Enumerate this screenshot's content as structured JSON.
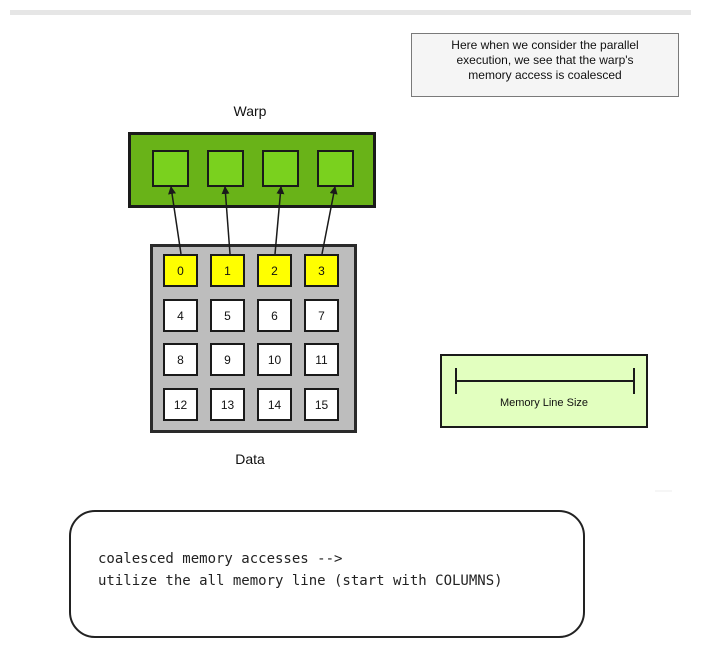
{
  "note": {
    "lines": [
      "Here when we consider the parallel",
      "execution, we see that the warp's",
      "memory access is coalesced"
    ]
  },
  "warp": {
    "label": "Warp",
    "thread_count": 4
  },
  "data": {
    "label": "Data",
    "cells": [
      "0",
      "1",
      "2",
      "3",
      "4",
      "5",
      "6",
      "7",
      "8",
      "9",
      "10",
      "11",
      "12",
      "13",
      "14",
      "15"
    ],
    "highlighted": [
      0,
      1,
      2,
      3
    ]
  },
  "memory_line": {
    "label": "Memory Line Size"
  },
  "caption": {
    "lines": [
      "coalesced memory accesses -->",
      "utilize the all memory line (start with COLUMNS)"
    ]
  },
  "colors": {
    "warp_fill": "#69b318",
    "thread_fill": "#7ad11e",
    "highlight": "#ffff00",
    "memory_fill": "#e2ffbf",
    "grid_bg": "#bdbdbd"
  }
}
